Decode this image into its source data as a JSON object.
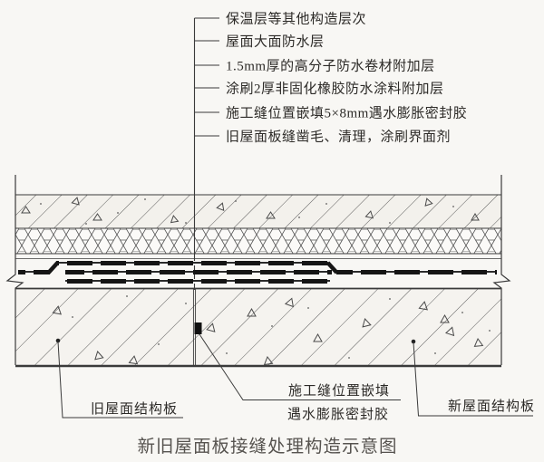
{
  "title": "新旧屋面板接缝处理构造示意图",
  "layer_labels": [
    "保温层等其他构造层次",
    "屋面大面防水层",
    "1.5mm厚的高分子防水卷材附加层",
    "涂刷2厚非固化橡胶防水涂料附加层",
    "施工缝位置嵌填5×8mm遇水膨胀密封胶",
    "旧屋面板缝凿毛、清理，涂刷界面剂"
  ],
  "callouts": {
    "old_slab": "旧屋面结构板",
    "joint_sealant_line1": "施工缝位置嵌填",
    "joint_sealant_line2": "遇水膨胀密封胶",
    "new_slab": "新屋面结构板"
  },
  "colors": {
    "line": "#3a3a3a",
    "bar": "#151515",
    "text": "#2c2a27",
    "title_text": "#56534f",
    "paper": "#f8f7f4"
  }
}
